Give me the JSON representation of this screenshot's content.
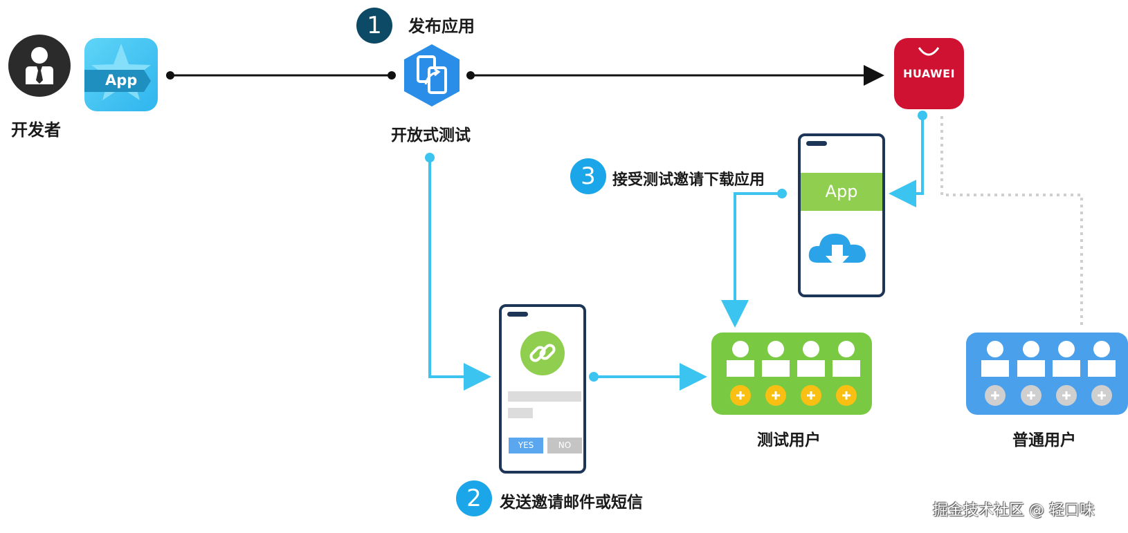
{
  "developer": {
    "label": "开发者"
  },
  "app_icon": {
    "text": "App"
  },
  "open_test": {
    "label": "开放式测试"
  },
  "steps": [
    {
      "number": "1",
      "label": "发布应用"
    },
    {
      "number": "2",
      "label": "发送邀请邮件或短信"
    },
    {
      "number": "3",
      "label": "接受测试邀请下载应用"
    }
  ],
  "store": {
    "brand": "HUAWEI"
  },
  "download_phone": {
    "app_label": "App"
  },
  "invite_phone": {
    "yes_label": "YES",
    "no_label": "NO"
  },
  "test_users": {
    "label": "测试用户"
  },
  "normal_users": {
    "label": "普通用户"
  },
  "watermark": "掘金技术社区 @ 轻口味",
  "colors": {
    "dark_navy": "#0d4a66",
    "cyan": "#1aa6e8",
    "line_blue": "#3cc4f0",
    "green": "#7ac943",
    "blue_group": "#4aa0ea",
    "huawei_red": "#d0102e",
    "yellow": "#f9c013"
  }
}
